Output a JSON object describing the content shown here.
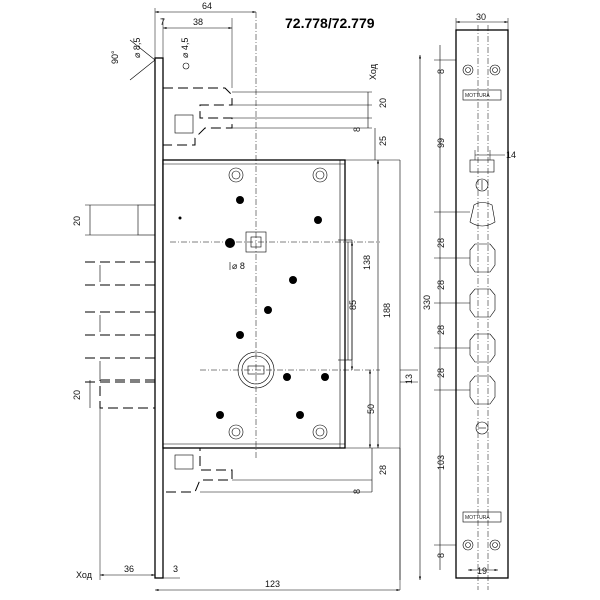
{
  "title": "72.778/72.779",
  "stroke_label": "Ход",
  "brand_top": "MOTTURA",
  "brand_bottom": "MOTTURA",
  "dims": {
    "d64": "64",
    "d7": "7",
    "d38": "38",
    "d30": "30",
    "d85a": "⌀ 8,5",
    "d45": "⌀ 4,5",
    "d90": "90°",
    "d20_top": "20",
    "d8_top": "8",
    "d25": "25",
    "d20_left": "20",
    "d138": "138",
    "d188": "188",
    "d85": "85",
    "d50": "50",
    "d28_bottom": "28",
    "d8_bottom": "8",
    "d13": "13",
    "d20_left_low": "20",
    "d36": "36",
    "d3": "3",
    "d123": "123",
    "d330": "330",
    "p8_top": "8",
    "p99": "99",
    "p14": "14",
    "p28_1": "28",
    "p28_2": "28",
    "p28_3": "28",
    "p28_4": "28",
    "p103": "103",
    "p8_bot": "8",
    "p19": "19",
    "hole_d8": "⌀ 8"
  }
}
